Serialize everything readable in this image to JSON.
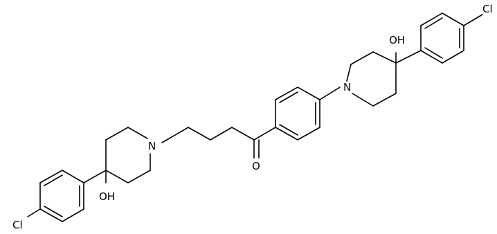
{
  "atom_labels": {
    "chlorine_top_right": "Cl",
    "hydroxyl_right": "OH",
    "nitrogen_right": "N",
    "oxygen_carbonyl": "O",
    "nitrogen_left": "N",
    "hydroxyl_left": "OH",
    "chlorine_bottom_left": "Cl"
  },
  "colors": {
    "bond": "#000000",
    "label": "#000000",
    "background": "#ffffff"
  }
}
